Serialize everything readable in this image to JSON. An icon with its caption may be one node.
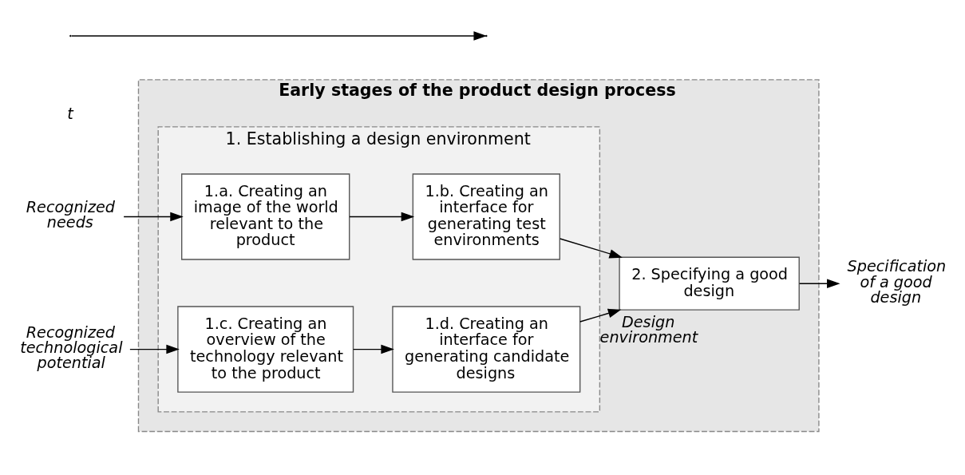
{
  "diagram": {
    "nodes": [
      {
        "text": [
          "Early stages of the product design process"
        ]
      },
      {
        "text": [
          "1. Establishing a design environment"
        ],
        "in": 0
      },
      {
        "text": [
          "1.a. Creating an image of the world relevant to the product"
        ],
        "in": 1
      },
      {
        "text": [
          "1.b. Creating an interface for generating test environments"
        ],
        "in": 1
      },
      {
        "text": [
          "1.c. Creating an overview of the technology relevant to the product"
        ],
        "in": 1
      },
      {
        "text": [
          "1.d. Creating an interface for generating candidate designs"
        ],
        "in": 1
      },
      {
        "text": [
          "2. Specifying a good design"
        ],
        "in": 0
      },
      {
        "text": [
          "Recognized needs"
        ]
      },
      {
        "text": [
          "Recognized technological potential"
        ]
      },
      {
        "text": [
          "Specification of a good design"
        ]
      }
    ],
    "edges": [
      {
        "from": 7,
        "to": 2,
        "arrow": "to"
      },
      {
        "from": 2,
        "to": 3,
        "arrow": "to"
      },
      {
        "from": 8,
        "to": 4,
        "arrow": "to"
      },
      {
        "from": 4,
        "to": 5,
        "arrow": "to"
      },
      {
        "from": 3,
        "to": 6,
        "arrow": "to"
      },
      {
        "from": 5,
        "to": 6,
        "arrow": "to",
        "label": "Design environment"
      },
      {
        "from": 6,
        "to": 9,
        "arrow": "to"
      }
    ],
    "labels": [
      "t"
    ]
  }
}
